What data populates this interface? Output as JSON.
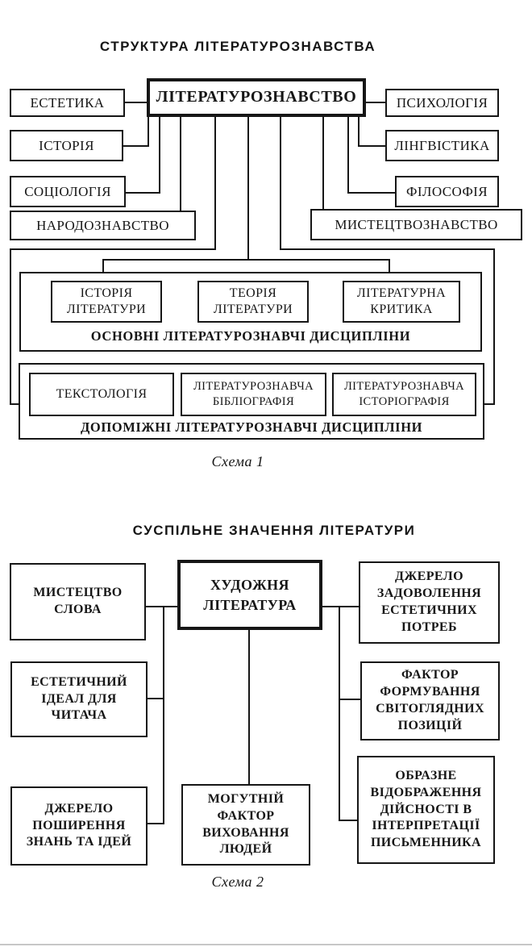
{
  "diagram1": {
    "title": "СТРУКТУРА  ЛІТЕРАТУРОЗНАВСТВА",
    "root": "ЛІТЕРАТУРОЗНАВСТВО",
    "branches": {
      "estetyka": "ЕСТЕТИКА",
      "istoriia": "ІСТОРІЯ",
      "sotsiolohiia": "СОЦІОЛОГІЯ",
      "narodoznavstvo": "НАРОДОЗНАВСТВО",
      "psykholohiia": "ПСИХОЛОГІЯ",
      "linhvistyka": "ЛІНГВІСТИКА",
      "filosofiia": "ФІЛОСОФІЯ",
      "mystetstvoznavstvo": "МИСТЕЦТВОЗНАВСТВО"
    },
    "main_disciplines": {
      "label": "ОСНОВНІ ЛІТЕРАТУРОЗНАВЧІ ДИСЦИПЛІНИ",
      "items": [
        "ІСТОРІЯ\nЛІТЕРАТУРИ",
        "ТЕОРІЯ\nЛІТЕРАТУРИ",
        "ЛІТЕРАТУРНА\nКРИТИКА"
      ]
    },
    "auxiliary_disciplines": {
      "label": "ДОПОМІЖНІ ЛІТЕРАТУРОЗНАВЧІ ДИСЦИПЛІНИ",
      "items": [
        "ТЕКСТОЛОГІЯ",
        "ЛІТЕРАТУРОЗНАВЧА\nБІБЛІОГРАФІЯ",
        "ЛІТЕРАТУРОЗНАВЧА\nІСТОРІОГРАФІЯ"
      ]
    },
    "caption": "Схема 1"
  },
  "diagram2": {
    "title": "СУСПІЛЬНЕ  ЗНАЧЕННЯ  ЛІТЕРАТУРИ",
    "root": "ХУДОЖНЯ\nЛІТЕРАТУРА",
    "left_items": [
      "МИСТЕЦТВО\nСЛОВА",
      "ЕСТЕТИЧНИЙ\nІДЕАЛ ДЛЯ\nЧИТАЧА",
      "ДЖЕРЕЛО\nПОШИРЕННЯ\nЗНАНЬ ТА ІДЕЙ"
    ],
    "right_items": [
      "ДЖЕРЕЛО\nЗАДОВОЛЕННЯ\nЕСТЕТИЧНИХ\nПОТРЕБ",
      "ФАКТОР\nФОРМУВАННЯ\nСВІТОГЛЯДНИХ\nПОЗИЦІЙ",
      "ОБРАЗНЕ\nВІДОБРАЖЕННЯ\nДІЙСНОСТІ В\nІНТЕРПРЕТАЦІЇ\nПИСЬМЕННИКА"
    ],
    "bottom_item": "МОГУТНІЙ\nФАКТОР\nВИХОВАННЯ\nЛЮДЕЙ",
    "caption": "Схема 2"
  }
}
